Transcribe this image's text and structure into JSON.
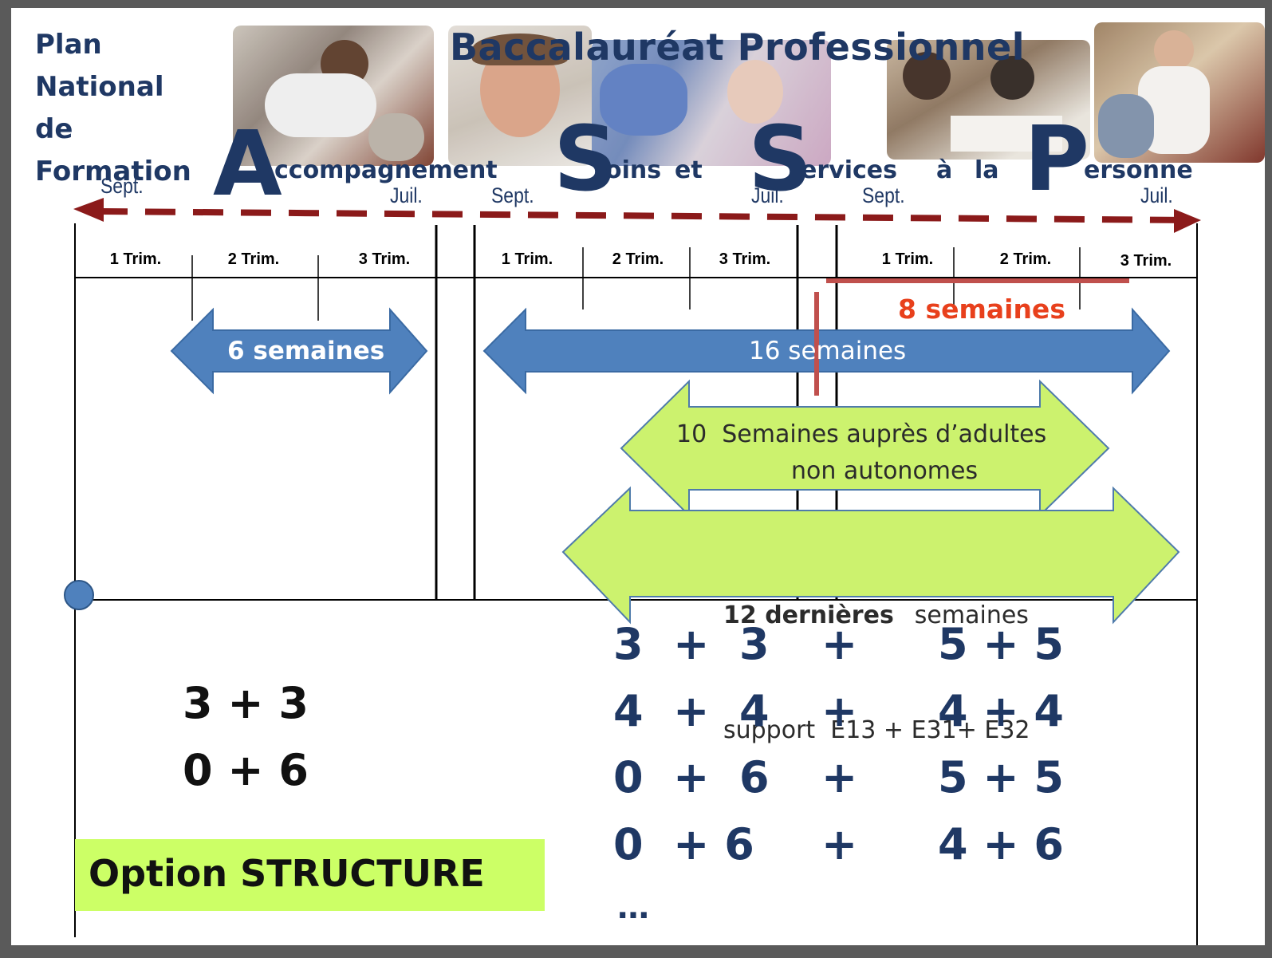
{
  "plan_label": [
    "Plan",
    "National",
    "de",
    "Formation"
  ],
  "title": "Baccalauréat Professionnel",
  "acronym": {
    "a": {
      "letter": "A",
      "rest": "ccompagnement"
    },
    "s1": {
      "letter": "S",
      "rest": "oins"
    },
    "et": "et",
    "s2": {
      "letter": "S",
      "rest": "ervices"
    },
    "a_la": [
      "à",
      "la"
    ],
    "p": {
      "letter": "P",
      "rest": "ersonne"
    }
  },
  "photos": [
    "nurse-care-photo",
    "child-portrait-photo",
    "elderly-hands-photo",
    "students-writing-photo",
    "caregiver-patient-photo"
  ],
  "years": [
    {
      "start": "Sept.",
      "end": "Juil."
    },
    {
      "start": "Sept.",
      "end": "Juil."
    },
    {
      "start": "Sept.",
      "end": "Juil."
    }
  ],
  "trimesters": {
    "year1": [
      "1 Trim.",
      "2 Trim.",
      "3 Trim."
    ],
    "year2": [
      "1 Trim.",
      "2 Trim.",
      "3 Trim."
    ],
    "year3": [
      "1 Trim.",
      "2 Trim.",
      "3 Trim."
    ]
  },
  "bars": {
    "eight_weeks": "8 semaines",
    "six_weeks": "6 semaines",
    "sixteen_weeks": "16 semaines",
    "ten_weeks_line1": "10  Semaines auprès d’adultes",
    "ten_weeks_line2": "non autonomes",
    "twelve_weeks_bold": "12 dernières",
    "twelve_weeks_rest": "semaines",
    "twelve_weeks_line2": "support  E13 + E31+ E32"
  },
  "left_combos": [
    "3 + 3",
    "0 + 6"
  ],
  "right_combos": [
    {
      "a": "3  +  3",
      "plus": "+",
      "b": "5 + 5"
    },
    {
      "a": "4  +  4",
      "plus": "+",
      "b": "4 + 4"
    },
    {
      "a": "0  +  6",
      "plus": "+",
      "b": "5 + 5"
    },
    {
      "a": "0  + 6",
      "plus": "+",
      "b": "4 + 6"
    }
  ],
  "ellipsis": "…",
  "option_label": "Option STRUCTURE",
  "colors": {
    "navy": "#1f3864",
    "arrow_blue": "#4f81bd",
    "arrow_green": "#ccf26e",
    "dashed_red": "#8b1a1a",
    "bar_red": "#c0504d",
    "option_bg": "#ccff66",
    "eight_weeks_text": "#e8401c"
  }
}
